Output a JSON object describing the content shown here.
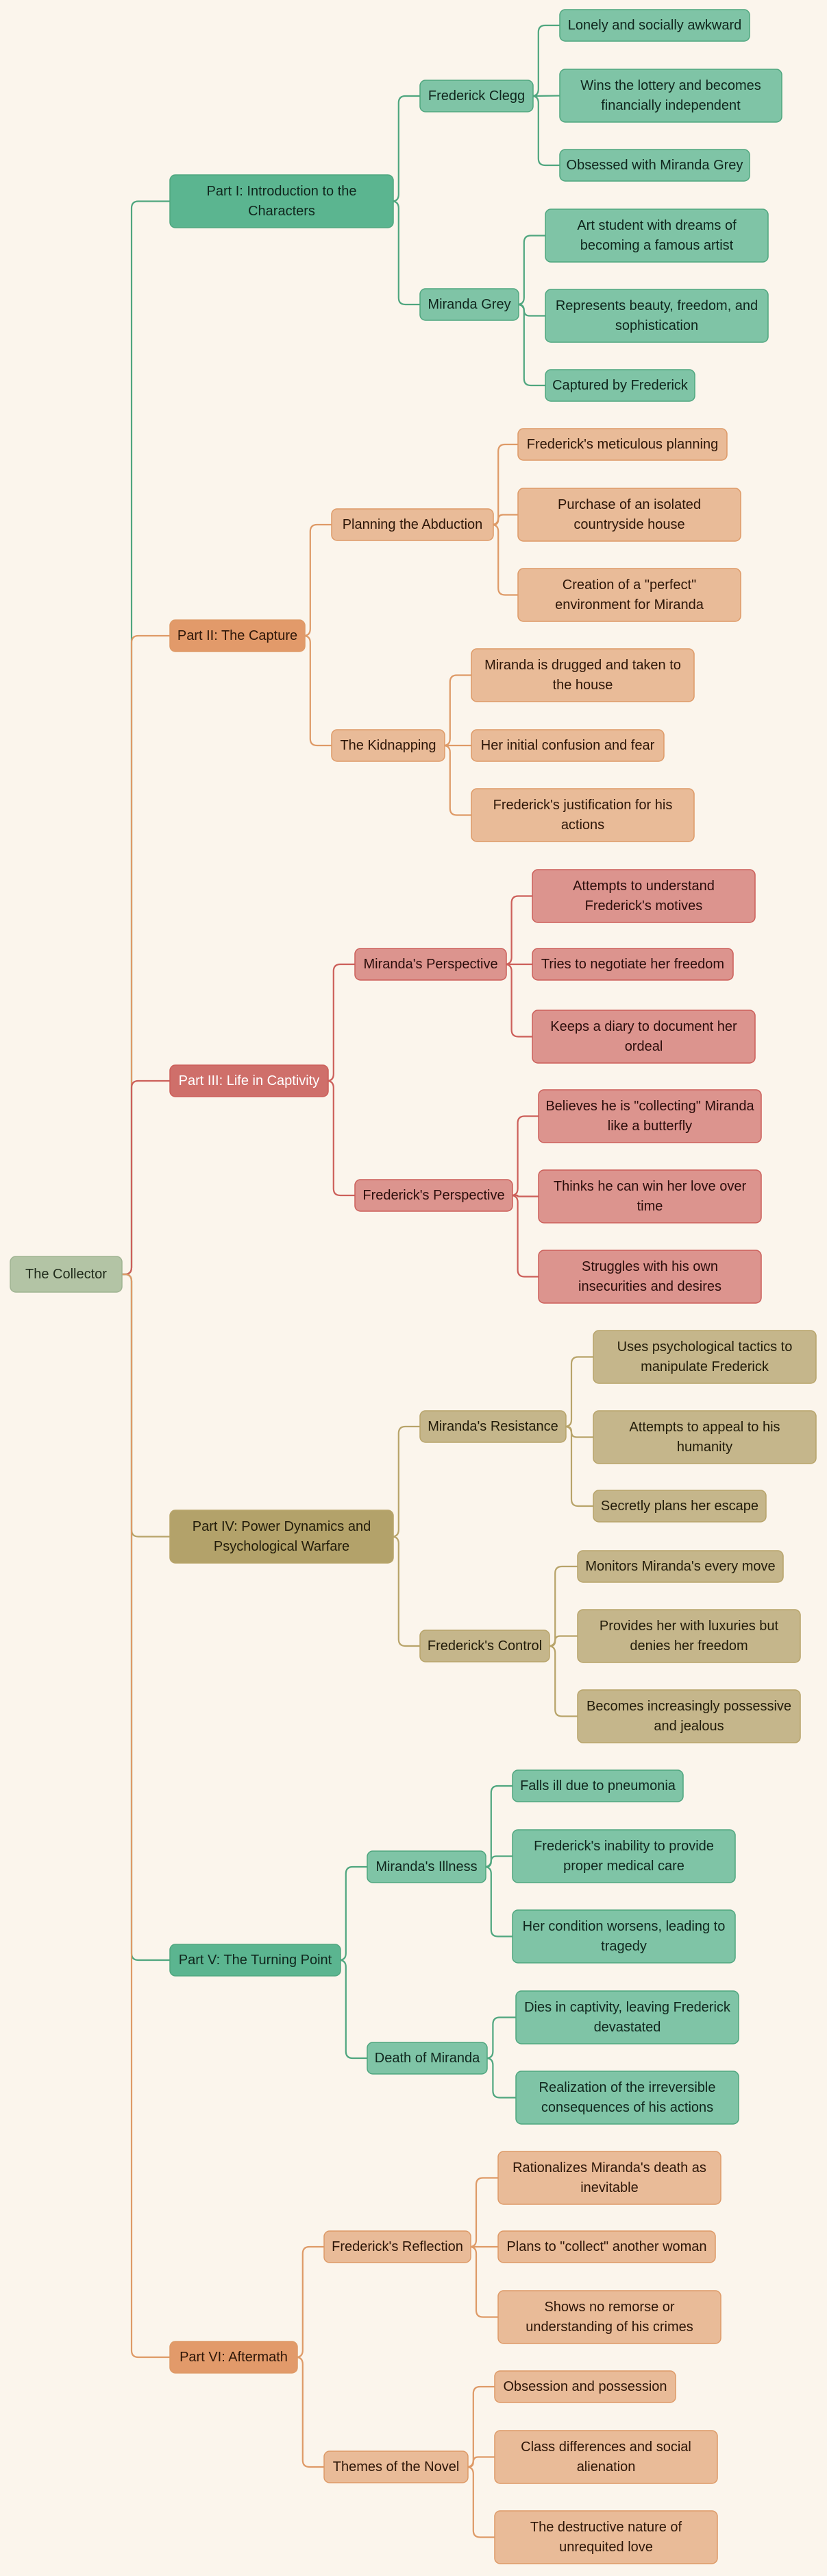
{
  "theme": {
    "background": "#fbf5ec",
    "palettes": {
      "root": {
        "fill": "#b3c4a5",
        "stroke": "#9fb392",
        "text": "#1f2a1a",
        "line": "#9fb392"
      },
      "green": {
        "main": "#5bb590",
        "mainText": "#10261d",
        "sub": "#7fc4a6",
        "subText": "#10261d",
        "line": "#4fa67f"
      },
      "orange": {
        "main": "#e29a6a",
        "mainText": "#2d1608",
        "sub": "#e9bb98",
        "subText": "#2d1608",
        "line": "#de9a67"
      },
      "red": {
        "main": "#cf6f6a",
        "mainText": "#ffffff",
        "sub": "#dc948e",
        "subText": "#2b0d0b",
        "line": "#cc5f5a"
      },
      "olive": {
        "main": "#b3a26a",
        "mainText": "#221c0a",
        "sub": "#c5b68b",
        "subText": "#221c0a",
        "line": "#b8a46a"
      }
    }
  },
  "mindmap": {
    "root": {
      "label": "The Collector",
      "children": [
        {
          "label": "Part I: Introduction to the Characters",
          "palette": "green",
          "children": [
            {
              "label": "Frederick Clegg",
              "children": [
                {
                  "label": "Lonely and socially awkward"
                },
                {
                  "label": "Wins the lottery and becomes financially independent"
                },
                {
                  "label": "Obsessed with Miranda Grey"
                }
              ]
            },
            {
              "label": "Miranda Grey",
              "children": [
                {
                  "label": "Art student with dreams of becoming a famous artist"
                },
                {
                  "label": "Represents beauty, freedom, and sophistication"
                },
                {
                  "label": "Captured by Frederick"
                }
              ]
            }
          ]
        },
        {
          "label": "Part II: The Capture",
          "palette": "orange",
          "children": [
            {
              "label": "Planning the Abduction",
              "children": [
                {
                  "label": "Frederick's meticulous planning"
                },
                {
                  "label": "Purchase of an isolated countryside house"
                },
                {
                  "label": "Creation of a \"perfect\" environment for Miranda"
                }
              ]
            },
            {
              "label": "The Kidnapping",
              "children": [
                {
                  "label": "Miranda is drugged and taken to the house"
                },
                {
                  "label": "Her initial confusion and fear"
                },
                {
                  "label": "Frederick's justification for his actions"
                }
              ]
            }
          ]
        },
        {
          "label": "Part III: Life in Captivity",
          "palette": "red",
          "children": [
            {
              "label": "Miranda's Perspective",
              "children": [
                {
                  "label": "Attempts to understand Frederick's motives"
                },
                {
                  "label": "Tries to negotiate her freedom"
                },
                {
                  "label": "Keeps a diary to document her ordeal"
                }
              ]
            },
            {
              "label": "Frederick's Perspective",
              "children": [
                {
                  "label": "Believes he is \"collecting\" Miranda like a butterfly"
                },
                {
                  "label": "Thinks he can win her love over time"
                },
                {
                  "label": "Struggles with his own insecurities and desires"
                }
              ]
            }
          ]
        },
        {
          "label": "Part IV: Power Dynamics and Psychological Warfare",
          "palette": "olive",
          "children": [
            {
              "label": "Miranda's Resistance",
              "children": [
                {
                  "label": "Uses psychological tactics to manipulate Frederick"
                },
                {
                  "label": "Attempts to appeal to his humanity"
                },
                {
                  "label": "Secretly plans her escape"
                }
              ]
            },
            {
              "label": "Frederick's Control",
              "children": [
                {
                  "label": "Monitors Miranda's every move"
                },
                {
                  "label": "Provides her with luxuries but denies her freedom"
                },
                {
                  "label": "Becomes increasingly possessive and jealous"
                }
              ]
            }
          ]
        },
        {
          "label": "Part V: The Turning Point",
          "palette": "green",
          "children": [
            {
              "label": "Miranda's Illness",
              "children": [
                {
                  "label": "Falls ill due to pneumonia"
                },
                {
                  "label": "Frederick's inability to provide proper medical care"
                },
                {
                  "label": "Her condition worsens, leading to tragedy"
                }
              ]
            },
            {
              "label": "Death of Miranda",
              "children": [
                {
                  "label": "Dies in captivity, leaving Frederick devastated"
                },
                {
                  "label": "Realization of the irreversible consequences of his actions"
                }
              ]
            }
          ]
        },
        {
          "label": "Part VI: Aftermath",
          "palette": "orange",
          "children": [
            {
              "label": "Frederick's Reflection",
              "children": [
                {
                  "label": "Rationalizes Miranda's death as inevitable"
                },
                {
                  "label": "Plans to \"collect\" another woman"
                },
                {
                  "label": "Shows no remorse or understanding of his crimes"
                }
              ]
            },
            {
              "label": "Themes of the Novel",
              "children": [
                {
                  "label": "Obsession and possession"
                },
                {
                  "label": "Class differences and social alienation"
                },
                {
                  "label": "The destructive nature of unrequited love"
                }
              ]
            }
          ]
        }
      ]
    }
  }
}
